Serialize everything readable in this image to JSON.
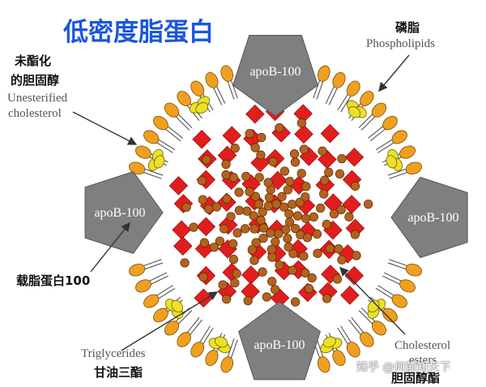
{
  "title": "低密度脂蛋白",
  "labels": {
    "phospholipids_cn": "磷脂",
    "phospholipids_en": "Phospholipids",
    "unesterified_cn_line1": "未酯化",
    "unesterified_cn_line2": "的胆固醇",
    "unesterified_en_line1": "Unesterified",
    "unesterified_en_line2": "cholesterol",
    "apolipoprotein_cn": "载脂蛋白100",
    "triglycerides_en": "Triglycerides",
    "triglycerides_cn": "甘油三酯",
    "cholesterol_esters_en_line1": "Cholesterol",
    "cholesterol_esters_en_line2": "esters",
    "cholesterol_esters_cn": "胆固醇酯"
  },
  "apob_label": "apoB-100",
  "watermark": "知乎 @何前知天下",
  "colors": {
    "title": "#1a56e0",
    "phospholipid_head": "#f0a020",
    "cholesterol": "#ece028",
    "apob": "#7f7f7f",
    "triglyceride": "#e01e1e",
    "ester_bead": "#b4621e",
    "arrow": "#333333"
  }
}
